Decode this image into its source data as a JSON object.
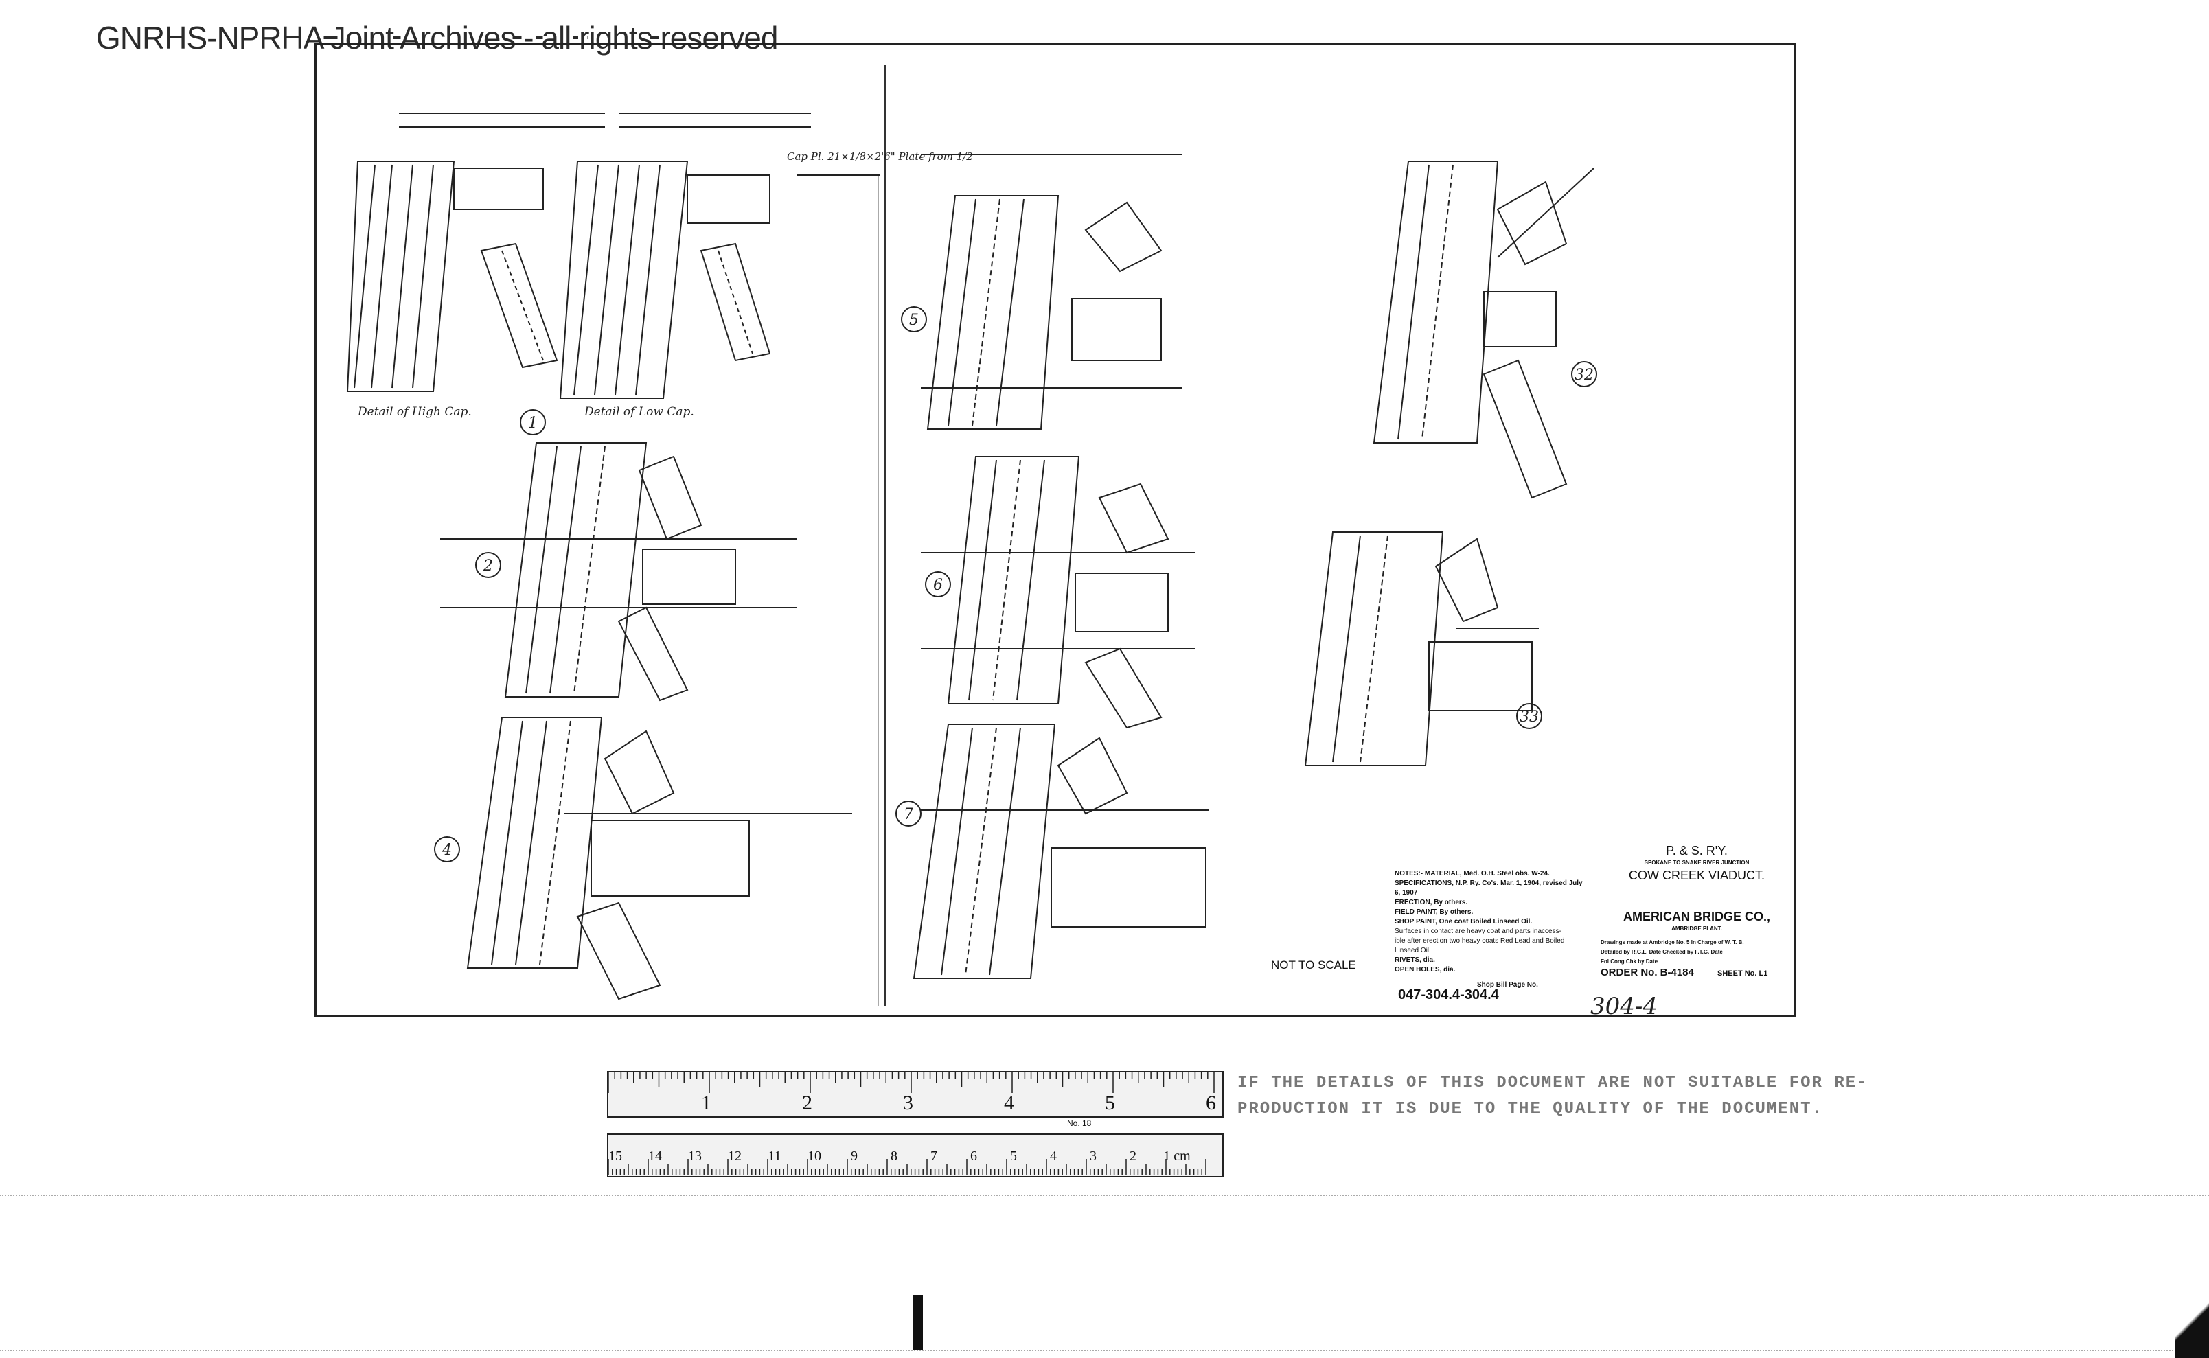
{
  "watermark": "GNRHS-NPRHA Joint Archives - all rights reserved",
  "drawing": {
    "joint_labels": [
      "1",
      "2",
      "4",
      "5",
      "6",
      "7",
      "32",
      "33"
    ],
    "detail_high": "Detail of High Cap.",
    "detail_low": "Detail of Low Cap.",
    "cap_note": "Cap Pl. 21×1/8×2'6\" Plate from 1/2"
  },
  "notes": {
    "lines": [
      "NOTES:- MATERIAL, Med. O.H. Steel obs. W-24.",
      "SPECIFICATIONS, N.P. Ry. Co's. Mar. 1, 1904, revised July",
      "   6, 1907",
      "ERECTION, By others.",
      "FIELD PAINT, By others.",
      "SHOP PAINT, One coat Boiled Linseed Oil.",
      "  Surfaces in contact are heavy coat and parts inaccess-",
      "  ible after erection two heavy coats Red Lead and Boiled",
      "  Linseed Oil.",
      "RIVETS,  dia.",
      "OPEN HOLES,   dia."
    ],
    "shop_bill": "Shop Bill Page No.",
    "bill_number": "047-304.4-304.4",
    "not_to_scale": "NOT TO SCALE",
    "sheet_ref": "304-4"
  },
  "title_block": {
    "railway": "P. & S. R'Y.",
    "division": "SPOKANE TO SNAKE RIVER JUNCTION",
    "structure": "COW CREEK VIADUCT.",
    "company": "AMERICAN BRIDGE CO.,",
    "plant": "AMBRIDGE PLANT.",
    "line1": "Drawings made at Ambridge No. 5  In Charge of W. T. B.",
    "line2": "Detailed by R.G.L. Date  Checked by F.T.G. Date",
    "line3": "Fol Cong Chk by          Date",
    "order": "ORDER No. B-4184",
    "sheet": "SHEET No. L1"
  },
  "ruler": {
    "inch_labels": [
      "1",
      "2",
      "3",
      "4",
      "5",
      "6"
    ],
    "cm_labels": [
      "15",
      "14",
      "13",
      "12",
      "11",
      "10",
      "9",
      "8",
      "7",
      "6",
      "5",
      "4",
      "3",
      "2",
      "1 cm"
    ],
    "maker": "No. 18"
  },
  "notice": {
    "line1": "IF THE DETAILS OF THIS DOCUMENT ARE NOT SUITABLE FOR RE-",
    "line2": "PRODUCTION IT IS DUE TO THE QUALITY OF THE DOCUMENT."
  }
}
